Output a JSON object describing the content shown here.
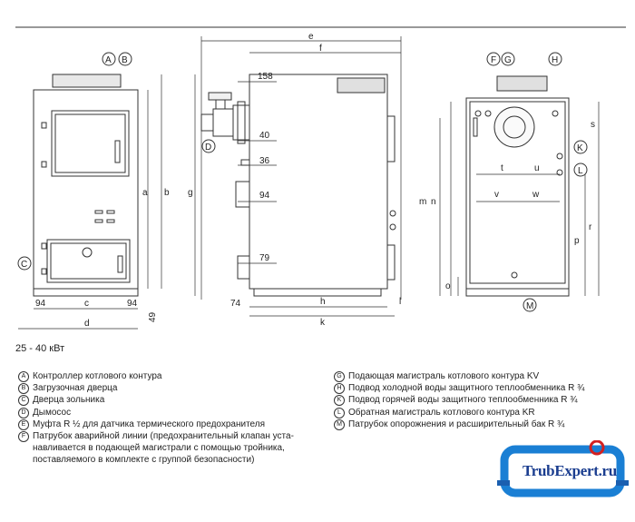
{
  "dims": {
    "e": "e",
    "f": "f",
    "g": "g",
    "a": "a",
    "b": "b",
    "c": "c",
    "d": "d",
    "h": "h",
    "k": "k",
    "l": "l",
    "m": "m",
    "n": "n",
    "o": "o",
    "p": "p",
    "r": "r",
    "s": "s",
    "t": "t",
    "u": "u",
    "v": "v",
    "w": "w",
    "d158": "158",
    "d40": "40",
    "d36": "36",
    "d94": "94",
    "d79": "79",
    "d74": "74",
    "d94a": "94",
    "d94b": "94",
    "d49": "49"
  },
  "markers": {
    "A": "A",
    "B": "B",
    "C": "C",
    "D": "D",
    "F": "F",
    "G": "G",
    "H": "H",
    "K": "K",
    "L": "L",
    "M": "M"
  },
  "caption": "25 - 40 кВт",
  "legend_left": [
    {
      "key": "A",
      "text": "Контроллер котлового контура"
    },
    {
      "key": "B",
      "text": "Загрузочная дверца"
    },
    {
      "key": "C",
      "text": "Дверца зольника"
    },
    {
      "key": "D",
      "text": "Дымосос"
    },
    {
      "key": "E",
      "text": "Муфта R ½ для датчика термического предохранителя"
    },
    {
      "key": "F",
      "text": "Патрубок аварийной линии (предохранительный клапан уста-\nнавливается в подающей магистрали с помощью тройника,\nпоставляемого в комплекте с группой безопасности)"
    }
  ],
  "legend_right": [
    {
      "key": "G",
      "text": "Подающая магистраль котлового контура KV"
    },
    {
      "key": "H",
      "text": "Подвод холодной воды защитного теплообменника R ¾"
    },
    {
      "key": "K",
      "text": "Подвод горячей воды защитного теплообменника R ¾"
    },
    {
      "key": "L",
      "text": "Обратная магистраль котлового контура KR"
    },
    {
      "key": "M",
      "text": "Патрубок опорожнения и расширительный бак R ¾"
    }
  ],
  "logo": {
    "text": "TrubExpert.ru",
    "pipe_color": "#1a7fd4",
    "valve_color": "#d32020"
  }
}
